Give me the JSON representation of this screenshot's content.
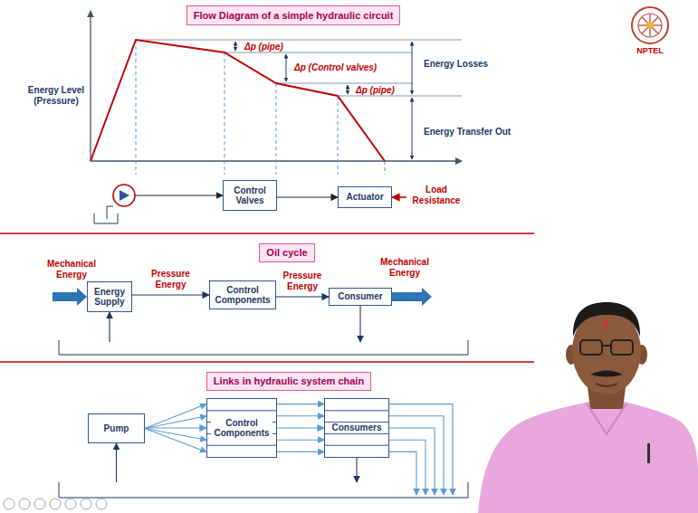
{
  "diagram": {
    "nodes": [
      {
        "text": [
          "Flow Diagram of a simple hydraulic circuit"
        ]
      },
      {
        "text": [
          "Control Valves"
        ]
      },
      {
        "text": [
          "Actuator"
        ]
      },
      {
        "text": [
          "Oil cycle"
        ]
      },
      {
        "text": [
          "Energy Supply"
        ]
      },
      {
        "text": [
          "Control Components"
        ]
      },
      {
        "text": [
          "Consumer"
        ]
      },
      {
        "text": [
          "Links in hydraulic system chain"
        ]
      },
      {
        "text": [
          "Pump"
        ]
      },
      {
        "text": [
          "Control Components"
        ]
      },
      {
        "text": [
          "Consumers"
        ]
      }
    ],
    "edges": [
      {
        "from": 1,
        "to": 2,
        "arrow": "to"
      },
      {
        "from": 4,
        "to": 5,
        "label": "Pressure Energy",
        "arrow": "to"
      },
      {
        "from": 5,
        "to": 6,
        "label": "Pressure Energy",
        "arrow": "to"
      },
      {
        "from": 8,
        "to": 9,
        "arrow": "to"
      },
      {
        "from": 9,
        "to": 10,
        "arrow": "to"
      }
    ],
    "labels": [
      "Energy Level (Pressure)",
      "Δp (pipe)",
      "Δp (Control valves)",
      "Δp (pipe)",
      "Energy Losses",
      "Energy Transfer Out",
      "Load Resistance",
      "Mechanical Energy",
      "Mechanical Energy",
      "NPTEL"
    ]
  }
}
